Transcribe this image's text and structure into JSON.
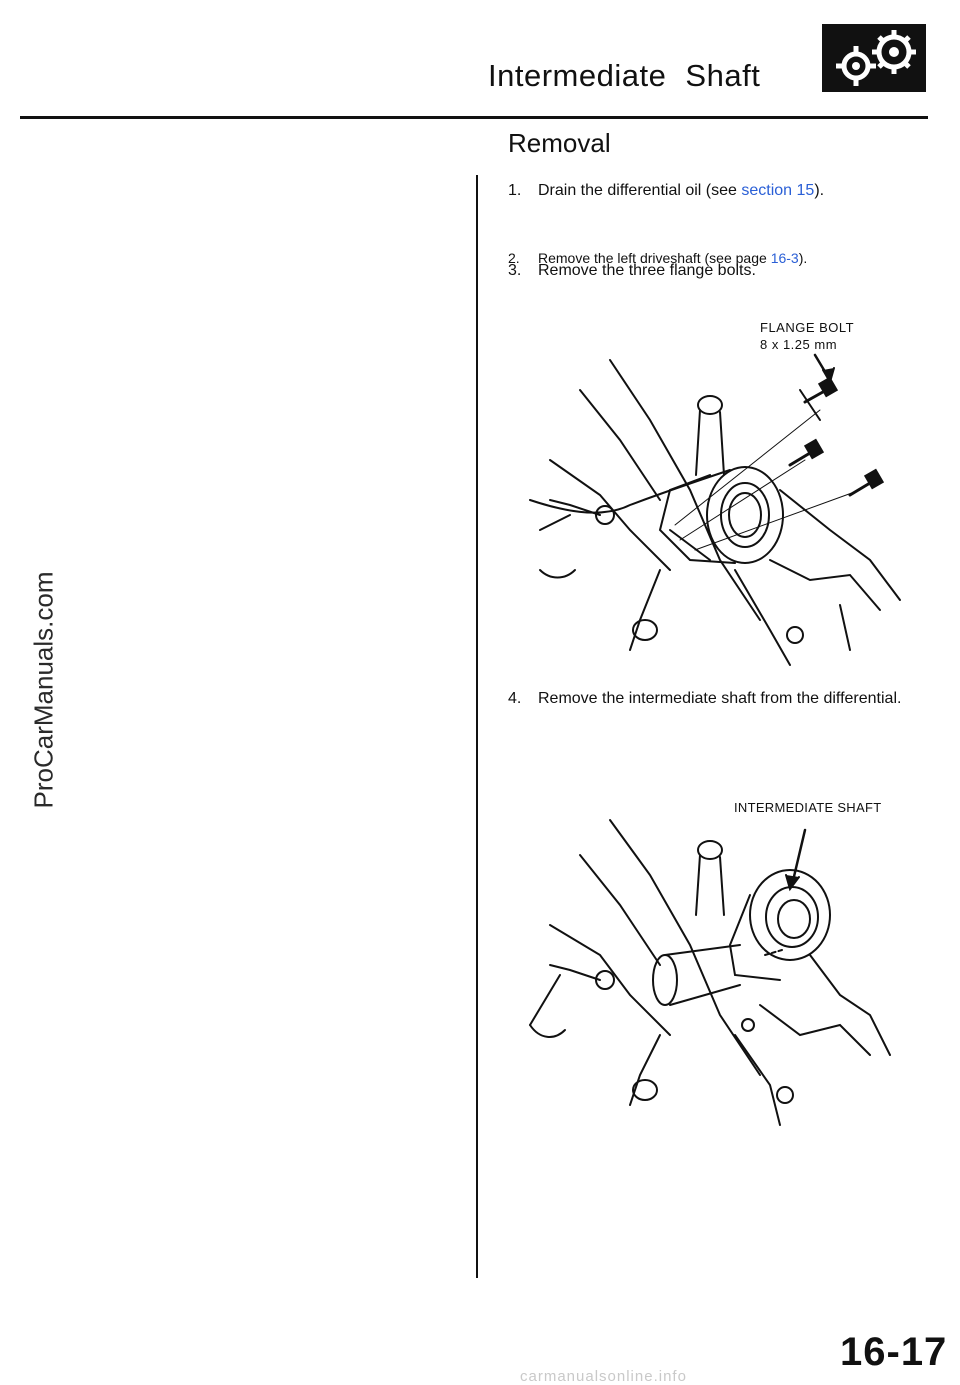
{
  "header": {
    "title": "Intermediate Shaft",
    "logo_icon": "gears-icon"
  },
  "section": {
    "heading": "Removal"
  },
  "steps": [
    {
      "number": "1.",
      "text_before": "Drain the differential oil (see ",
      "link": "section 15",
      "text_after": ")."
    },
    {
      "number": "2.",
      "text_before": "Remove the left driveshaft (see page ",
      "link": "16-3",
      "text_after": ")."
    },
    {
      "number": "3.",
      "text": "Remove the three flange bolts."
    },
    {
      "number": "4.",
      "text": "Remove the intermediate shaft from the differential."
    }
  ],
  "figures": {
    "flange_bolt_callout_line1": "FLANGE BOLT",
    "flange_bolt_callout_line2": "8 x 1.25 mm",
    "intermediate_shaft_callout": "INTERMEDIATE SHAFT"
  },
  "watermark": "ProCarManuals.com",
  "page_number": "16-17",
  "footer_watermark": "carmanualsonline.info",
  "colors": {
    "link": "#2a5fd6",
    "ink": "#111111"
  }
}
